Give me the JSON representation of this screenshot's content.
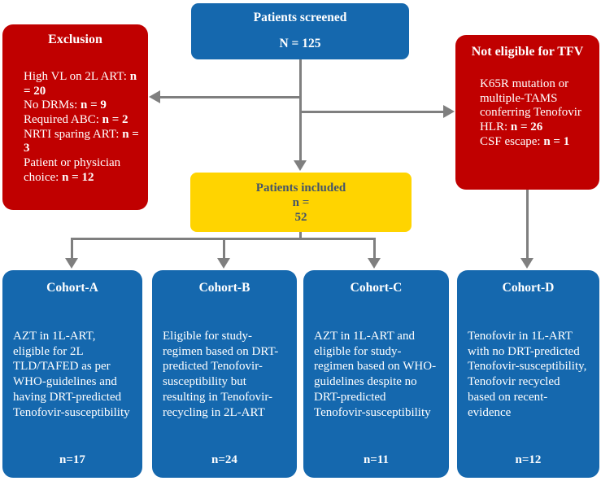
{
  "flowchart": {
    "screened": {
      "title": "Patients screened",
      "count": "N = 125"
    },
    "exclusion": {
      "title": "Exclusion",
      "items": [
        {
          "label": "High VL on 2L ART: ",
          "value": "n = 20"
        },
        {
          "label": "No DRMs: ",
          "value": "n = 9"
        },
        {
          "label": "Required ABC: ",
          "value": "n = 2"
        },
        {
          "label": "NRTI sparing ART: ",
          "value": "n = 3"
        },
        {
          "label": "Patient or physician choice: ",
          "value": "n = 12"
        }
      ]
    },
    "not_eligible": {
      "title": "Not eligible for TFV",
      "items": [
        {
          "label": "K65R mutation or multiple-TAMS conferring Tenofovir HLR: ",
          "value": "n = 26"
        },
        {
          "label": "CSF escape: ",
          "value": "n = 1"
        }
      ]
    },
    "included": {
      "title": "Patients included",
      "count_label": "n =",
      "count_value": "52"
    },
    "cohorts": [
      {
        "title": "Cohort-A",
        "description": "AZT in 1L-ART, eligible for 2L TLD/TAFED as per WHO-guidelines and having DRT-predicted Tenofovir-susceptibility",
        "count": "n=17"
      },
      {
        "title": "Cohort-B",
        "description": "Eligible for study-regimen based on DRT-predicted Tenofovir-susceptibility but resulting in Tenofovir-recycling in 2L-ART",
        "count": "n=24"
      },
      {
        "title": "Cohort-C",
        "description": "AZT in 1L-ART and eligible for study-regimen based on WHO-guidelines despite no DRT-predicted Tenofovir-susceptibility",
        "count": "n=11"
      },
      {
        "title": "Cohort-D",
        "description": "Tenofovir in 1L-ART with no DRT-predicted Tenofovir-susceptibility, Tenofovir recycled based on recent-evidence",
        "count": "n=12"
      }
    ],
    "colors": {
      "box_blue": "#1568AE",
      "box_red": "#C00000",
      "box_yellow": "#FFD400",
      "arrow_gray": "#7F7F7F",
      "yellow_text": "#44546A"
    }
  }
}
